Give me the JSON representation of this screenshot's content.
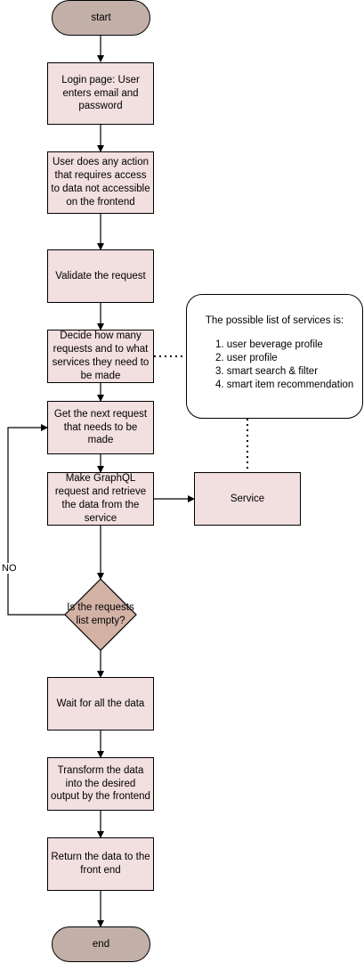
{
  "flowchart": {
    "start": "start",
    "step_login": "Login page: User enters email and password",
    "step_action": "User does any action that requires access to data not accessible on the frontend",
    "step_validate": "Validate the request",
    "step_decide": "Decide how many requests and to what services they need to be made",
    "step_next": "Get the next request that needs to be made",
    "step_graphql": "Make GraphQL request and retrieve the data from the service",
    "decision": "Is the requests list empty?",
    "step_wait": "Wait for all the data",
    "step_transform": "Transform the data into the desired output by the frontend",
    "step_return": "Return the data to the front end",
    "end": "end",
    "service": "Service",
    "no_label": "NO"
  },
  "note": {
    "title": "The possible list of services is:",
    "items": [
      "1.  user beverage profile",
      "2.  user profile",
      "3.  smart search & filter",
      "4.  smart item recommendation"
    ]
  },
  "colors": {
    "terminal_fill": "#c2b0a8",
    "process_fill": "#f2dfe0",
    "decision_fill": "#d3b2a5",
    "stroke": "#000000"
  }
}
